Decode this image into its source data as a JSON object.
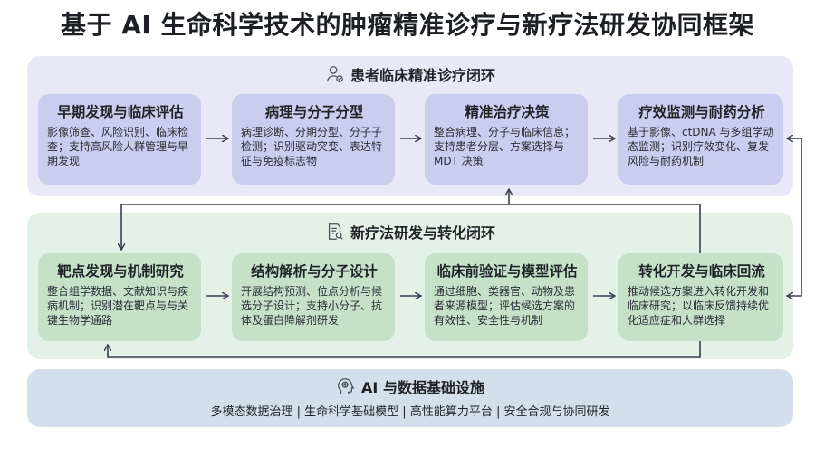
{
  "title": "基于 AI 生命科学技术的肿瘤精准诊疗与新疗法研发协同框架",
  "colors": {
    "top_panel_bg": "#e8e8f6",
    "top_card_bg": "#c9cdee",
    "mid_panel_bg": "#e4f1e6",
    "mid_card_bg": "#c5e1c8",
    "bottom_panel_bg": "#d3dfea",
    "arrow": "#3a4150"
  },
  "clinical_loop": {
    "icon": "user-check-icon",
    "header": "患者临床精准诊疗闭环",
    "cards": [
      {
        "title": "早期发现与临床评估",
        "body": "影像筛查、风险识别、临床检查；支持高风险人群管理与早期发现"
      },
      {
        "title": "病理与分子分型",
        "body": "病理诊断、分期分型、分子子检测；识别驱动突变、表达特征与免疫标志物"
      },
      {
        "title": "精准治疗决策",
        "body": "整合病理、分子与临床信息；支持患者分层、方案选择与 MDT 决策"
      },
      {
        "title": "疗效监测与耐药分析",
        "body": "基于影像、ctDNA 与多组学动态监测；识别疗效变化、复发风险与耐药机制"
      }
    ]
  },
  "rd_loop": {
    "icon": "document-search-icon",
    "header": "新疗法研发与转化闭环",
    "cards": [
      {
        "title": "靶点发现与机制研究",
        "body": "整合组学数据、文献知识与疾病机制；识别潜在靶点与与关键生物学通路"
      },
      {
        "title": "结构解析与分子设计",
        "body": "开展结构预测、位点分析与候选分子设计；支持小分子、抗体及蛋白降解剂研发"
      },
      {
        "title": "临床前验证与模型评估",
        "body": "通过细胞、类器官、动物及患者来源模型；评估候选方案的有效性、安全性与机制"
      },
      {
        "title": "转化开发与临床回流",
        "body": "推动候选方案进入转化开发和临床研究；以临床反馈持续优化适应症和人群选择"
      }
    ]
  },
  "infrastructure": {
    "icon": "ai-brain-head-icon",
    "header": "AI 与数据基础设施",
    "items_text": "多模态数据治理 | 生命科学基础模型 | 高性能算力平台 | 安全合规与协同研发"
  }
}
